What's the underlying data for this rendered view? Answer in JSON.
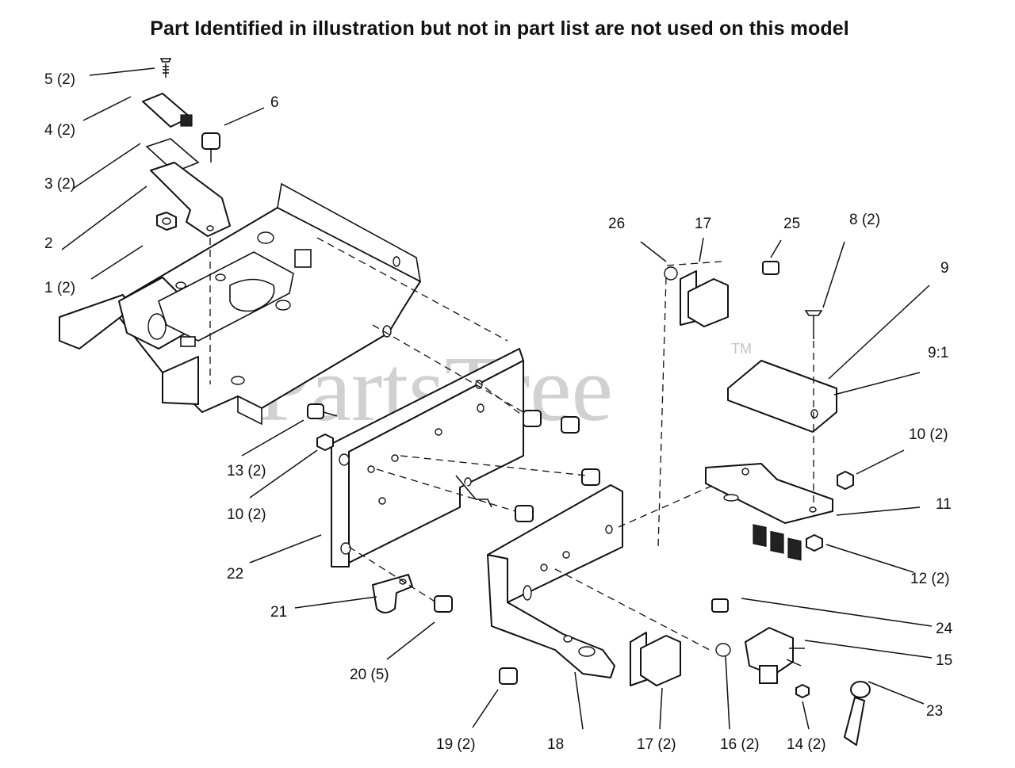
{
  "header": {
    "notice": "Part Identified in illustration but not in part list are not used on this model"
  },
  "watermark": {
    "brand": "PartsTree",
    "trademark": "TM"
  },
  "callouts": {
    "c5": "5 (2)",
    "c4": "4 (2)",
    "c6": "6",
    "c3": "3 (2)",
    "c2": "2",
    "c1": "1 (2)",
    "c26": "26",
    "c17_top": "17",
    "c25": "25",
    "c8": "8 (2)",
    "c9": "9",
    "c9_1": "9:1",
    "c13": "13 (2)",
    "c10_left": "10 (2)",
    "c10_right": "10 (2)",
    "c11": "11",
    "c22": "22",
    "c12": "12 (2)",
    "c21": "21",
    "c24": "24",
    "c15": "15",
    "c20": "20 (5)",
    "c23": "23",
    "c19": "19 (2)",
    "c18": "18",
    "c17_bottom": "17 (2)",
    "c16": "16 (2)",
    "c14": "14 (2)"
  }
}
